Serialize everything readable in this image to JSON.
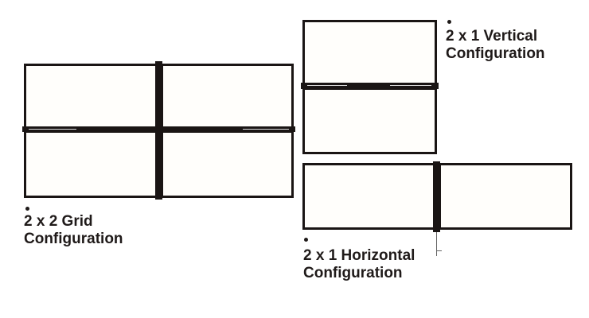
{
  "configurations": [
    {
      "line1": "2 x 2 Grid",
      "line2": "Configuration"
    },
    {
      "line1": "2 x 1 Vertical",
      "line2": "Configuration"
    },
    {
      "line1": "2 x 1 Horizontal",
      "line2": "Configuration"
    }
  ]
}
